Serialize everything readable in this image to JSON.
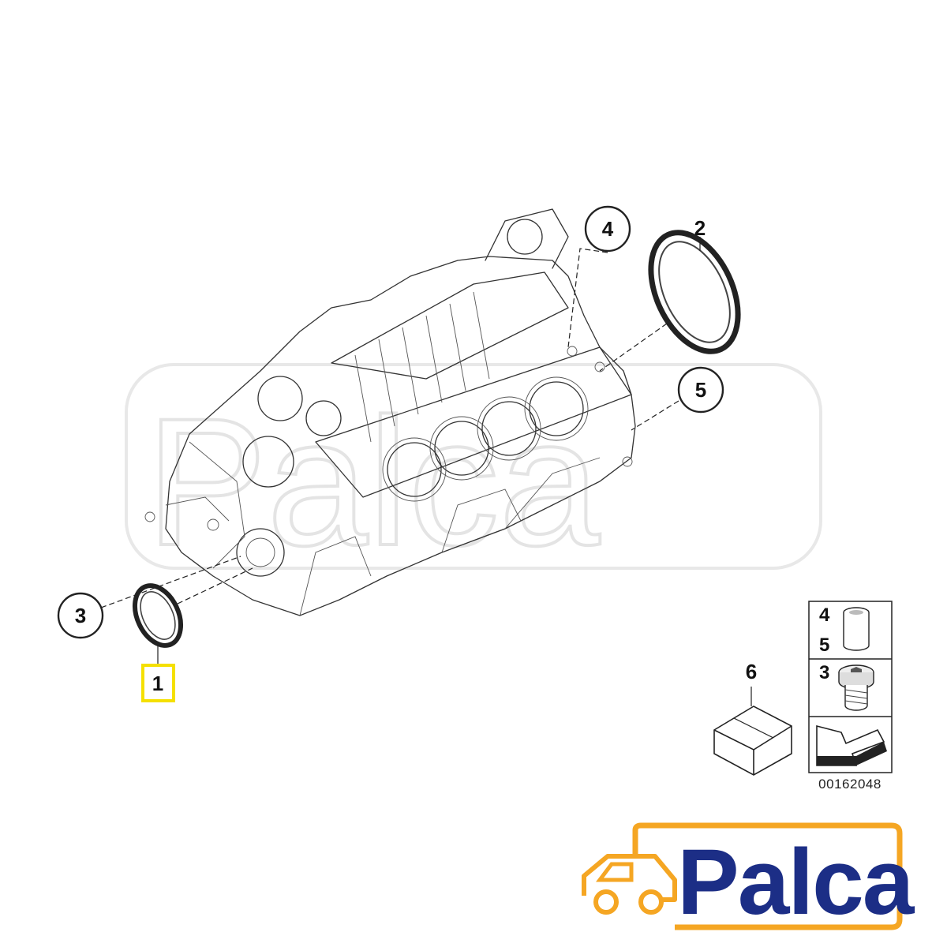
{
  "diagram": {
    "callouts": [
      {
        "id": "1",
        "label": "1",
        "highlighted": true
      },
      {
        "id": "2",
        "label": "2"
      },
      {
        "id": "3",
        "label": "3"
      },
      {
        "id": "4",
        "label": "4"
      },
      {
        "id": "5",
        "label": "5"
      },
      {
        "id": "6",
        "label": "6"
      }
    ],
    "legend": {
      "rows": [
        {
          "labels": [
            "4",
            "5"
          ],
          "icon": "bushing-icon"
        },
        {
          "labels": [
            "3"
          ],
          "icon": "plug-screw-icon"
        },
        {
          "labels": [],
          "icon": "direction-arrow-icon"
        }
      ]
    },
    "part_code": "00162048",
    "highlight_color": "#f5e000"
  },
  "branding": {
    "logo_text": "Palca",
    "logo_color": "#1c2e86",
    "accent_color": "#f5a623",
    "watermark_text": "Palca",
    "icon": "car-icon"
  }
}
